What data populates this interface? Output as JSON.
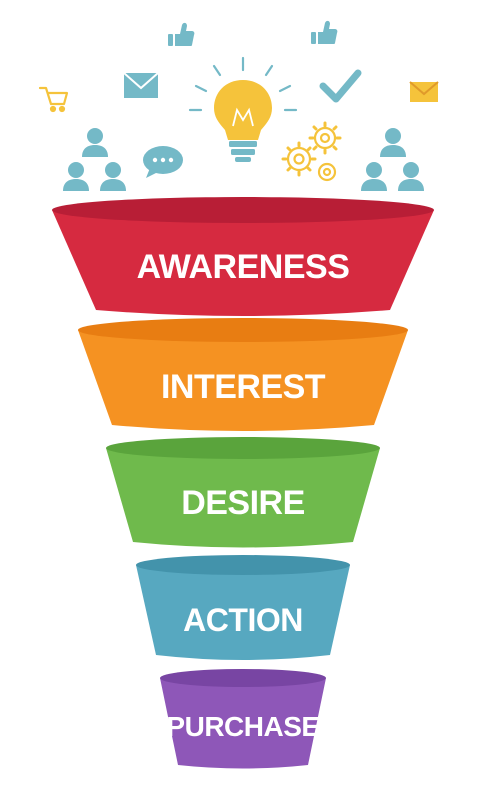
{
  "funnel": {
    "stages": [
      {
        "label": "AWARENESS",
        "color": "#d62a40",
        "rim": "#b81e36"
      },
      {
        "label": "INTEREST",
        "color": "#f59222",
        "rim": "#e87d12"
      },
      {
        "label": "DESIRE",
        "color": "#6fba4c",
        "rim": "#5aa43c"
      },
      {
        "label": "ACTION",
        "color": "#57a8c0",
        "rim": "#4393ab"
      },
      {
        "label": "PURCHASE",
        "color": "#8e57b8",
        "rim": "#7845a3"
      }
    ]
  },
  "icons": {
    "primary": "#74b9c7",
    "accent": "#f5c33b",
    "names": [
      "shopping-cart-icon",
      "thumbs-up-icon",
      "envelope-icon",
      "lightbulb-icon",
      "checkmark-icon",
      "gears-icon",
      "chat-bubble-icon",
      "people-group-icon"
    ]
  }
}
